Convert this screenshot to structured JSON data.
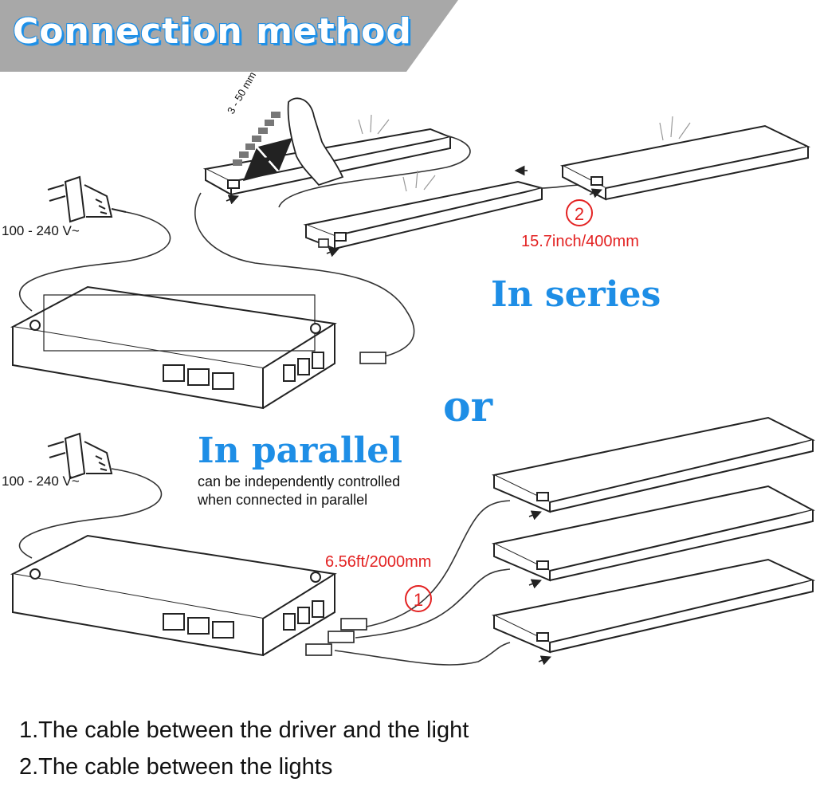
{
  "header": {
    "title": "Connection method"
  },
  "series": {
    "voltage": "100 - 240 V~",
    "sensor_range": "3 - 50 mm",
    "marker": "2",
    "length": "15.7inch/400mm",
    "label": "In series"
  },
  "divider": {
    "word": "or"
  },
  "parallel": {
    "label": "In parallel",
    "desc_line1": "can be independently controlled",
    "desc_line2": "when connected in parallel",
    "voltage": "100 - 240 V~",
    "length": "6.56ft/2000mm",
    "marker": "1"
  },
  "notes": [
    "1.The cable between the driver and the light",
    "2.The cable between the lights"
  ],
  "colors": {
    "accent_blue": "#1e8ee6",
    "marker_red": "#e32222",
    "header_gray": "#a8a8a8"
  }
}
